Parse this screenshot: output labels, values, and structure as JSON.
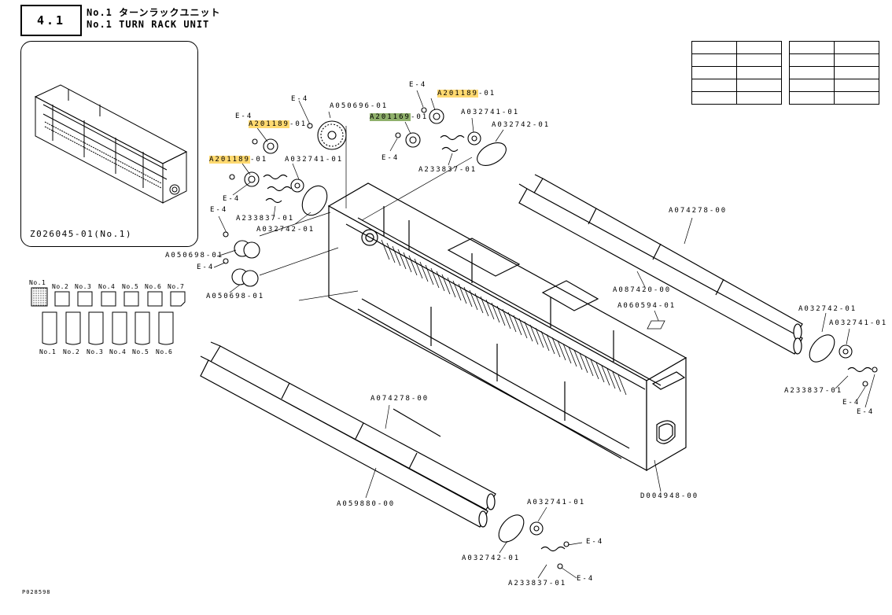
{
  "header": {
    "section_number": "4.1",
    "title_jp": "No.1 ターンラックユニット",
    "title_en": "No.1 TURN RACK UNIT"
  },
  "thumbnail": {
    "label": "Z026045-01(No.1)"
  },
  "tabs": {
    "top": [
      "No.1",
      "No.2",
      "No.3",
      "No.4",
      "No.5",
      "No.6",
      "No.7"
    ],
    "bottom": [
      "No.1",
      "No.2",
      "No.3",
      "No.4",
      "No.5",
      "No.6"
    ]
  },
  "parts": {
    "e4_a": "E-4",
    "p_a201189_1": "A201189",
    "p_a201189_1_suffix": "-01",
    "e4_b": "E-4",
    "p_a050696": "A050696-01",
    "p_a201189_2": "A201189",
    "p_a201189_2_suffix": "-01",
    "e4_c": "E-4",
    "p_a032741_1": "A032741-01",
    "p_a233837_1": "A233837-01",
    "p_a032742_1": "A032742-01",
    "e4_d": "E-4",
    "p_a050698_1": "A050698-01",
    "e4_e": "E-4",
    "p_a050698_2": "A050698-01",
    "e4_f": "E-4",
    "p_a201189_3": "A201189",
    "p_a201189_3_suffix": "-01",
    "p_a201169": "A201169",
    "p_a201169_suffix": "-01",
    "e4_g": "E-4",
    "p_a032741_2": "A032741-01",
    "p_a032742_2": "A032742-01",
    "p_a233837_2": "A233837-01",
    "p_a074278_1": "A074278-00",
    "p_a087420": "A087420-00",
    "p_a060594": "A060594-01",
    "p_a032742_3": "A032742-01",
    "p_a032741_3": "A032741-01",
    "p_a233837_3": "A233837-01",
    "e4_h": "E-4",
    "e4_i": "E-4",
    "p_a074278_2": "A074278-00",
    "p_a059880": "A059880-00",
    "p_d004948": "D004948-00",
    "p_a032741_4": "A032741-01",
    "e4_j": "E-4",
    "p_a032742_4": "A032742-01",
    "e4_k": "E-4",
    "p_a233837_4": "A233837-01"
  },
  "footer": {
    "code": "P028598"
  },
  "colors": {
    "highlight_yellow": "#ffd970",
    "highlight_green": "#8fb06b",
    "line": "#000000"
  }
}
